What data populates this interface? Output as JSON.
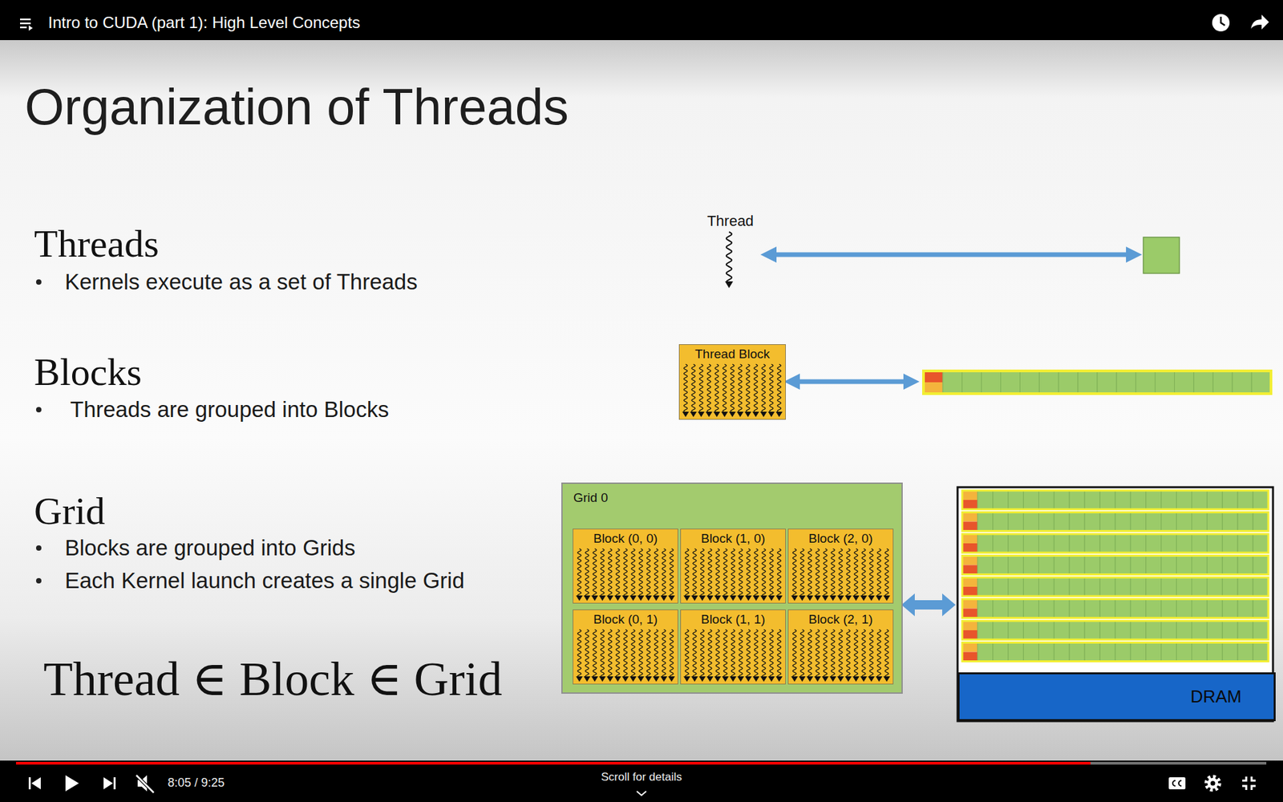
{
  "diagram": {
    "title": "Organization of Threads",
    "nodes": [
      {
        "text": [
          "Thread Block"
        ]
      },
      {
        "text": [
          "Grid 0"
        ]
      },
      {
        "text": [
          "Block (0, 0)"
        ],
        "in": 1
      },
      {
        "text": [
          "Block (1, 0)"
        ],
        "in": 1
      },
      {
        "text": [
          "Block (2, 0)"
        ],
        "in": 1
      },
      {
        "text": [
          "Block (0, 1)"
        ],
        "in": 1
      },
      {
        "text": [
          "Block (1, 1)"
        ],
        "in": 1
      },
      {
        "text": [
          "Block (2, 1)"
        ],
        "in": 1
      },
      {
        "text": [
          "DRAM"
        ]
      }
    ],
    "labels": [
      "Intro to CUDA (part 1): High Level Concepts",
      "Threads",
      "Kernels execute as a set of Threads",
      "Thread",
      "Blocks",
      "Threads are grouped into Blocks",
      "Grid",
      "Blocks are grouped into Grids",
      "Each Kernel launch creates a single Grid",
      "Thread ∈ Block ∈ Grid",
      "8:05 / 9:25",
      "Scroll for details"
    ]
  }
}
